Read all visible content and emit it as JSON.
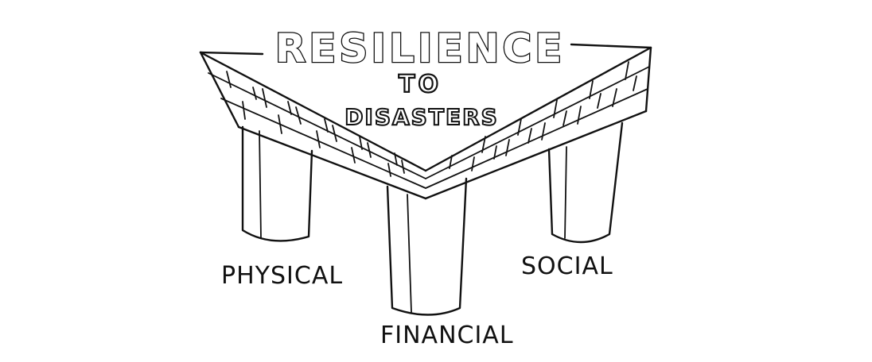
{
  "diagram": {
    "title_line1": "RESILIENCE",
    "title_line2": "TO",
    "title_line3": "DISASTERS",
    "pillars": [
      {
        "label": "PHYSICAL"
      },
      {
        "label": "FINANCIAL"
      },
      {
        "label": "SOCIAL"
      }
    ],
    "ink_color": "#111111",
    "background_color": "#ffffff"
  }
}
